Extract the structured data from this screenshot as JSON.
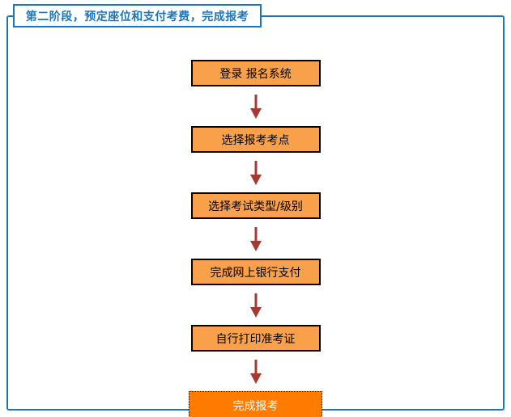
{
  "header": {
    "title": "第二阶段，预定座位和支付考费，完成报考"
  },
  "flow": {
    "steps": [
      {
        "label": "登录 报名系统"
      },
      {
        "label": "选择报考考点"
      },
      {
        "label": "选择考试类型/级别"
      },
      {
        "label": "完成网上银行支付"
      },
      {
        "label": "自行打印准考证"
      }
    ],
    "final_step": {
      "label": "完成报考"
    },
    "arrow_icon": "down-arrow"
  },
  "colors": {
    "accent_blue": "#1C76BE",
    "step_orange": "#F9A04B",
    "final_orange": "#FF7C00",
    "arrow_red": "#A33B31"
  }
}
